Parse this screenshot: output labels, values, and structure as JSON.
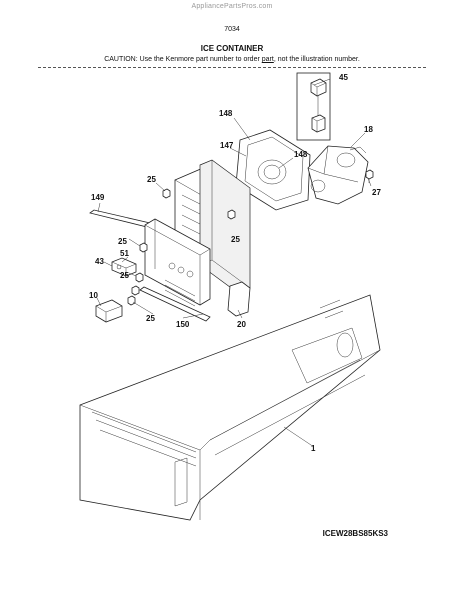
{
  "header": {
    "watermark": "AppliancePartsPros.com",
    "diagram_code": "7034",
    "title": "ICE CONTAINER",
    "caution_before": "CAUTION: Use the Kenmore part number to order ",
    "caution_link": "part",
    "caution_after": ", not the illustration number."
  },
  "model_number": "ICEW28BS85KS3",
  "callouts": {
    "c45": "45",
    "c148a": "148",
    "c18": "18",
    "c147": "147",
    "c148b": "148",
    "c25a": "25",
    "c27": "27",
    "c149": "149",
    "c25b": "25",
    "c25c": "25",
    "c51": "51",
    "c43": "43",
    "c25d": "25",
    "c10": "10",
    "c25e": "25",
    "c150": "150",
    "c20": "20",
    "c1": "1"
  }
}
